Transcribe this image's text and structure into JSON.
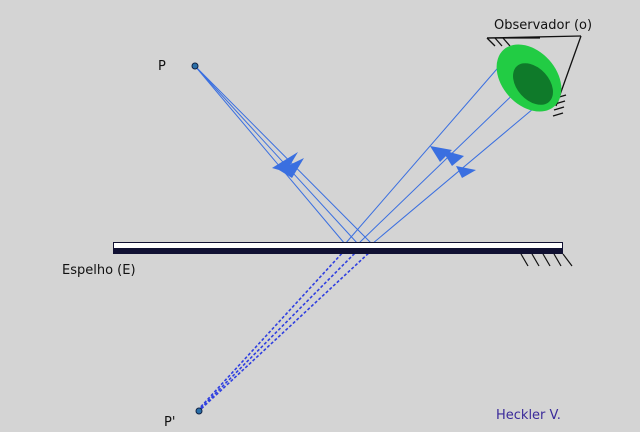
{
  "labels": {
    "object_point": "P",
    "image_point": "P'",
    "mirror": "Espelho (E)",
    "observer": "Observador (o)",
    "author": "Heckler V."
  },
  "colors": {
    "background": "#d4d4d4",
    "ray": "#3a6fe0",
    "virtual_ray": "#2f3fe0",
    "mirror_frame": "#111133",
    "mirror_face": "#ffffff",
    "eye_outer": "#22cc44",
    "eye_inner": "#0f7a2a",
    "author_text": "#3a2a9a",
    "point": "#2a6fa8"
  },
  "icons": {
    "observer": "eye-icon",
    "mirror_mount": "hatched-support-icon"
  }
}
